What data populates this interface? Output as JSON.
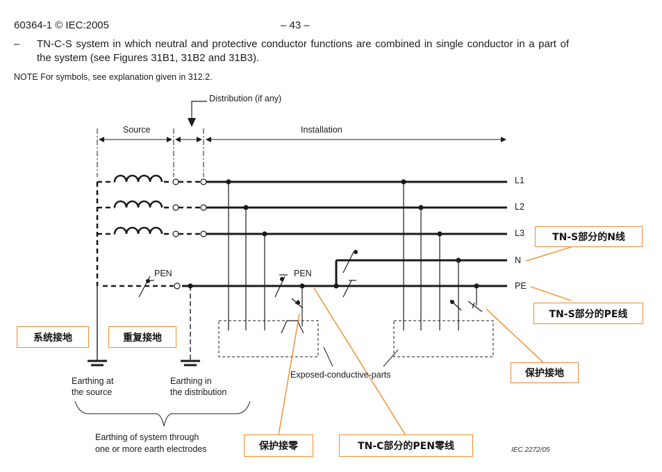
{
  "header": {
    "standard": "60364-1 © IEC:2005",
    "page": "– 43 –"
  },
  "clause": {
    "bullet": "–",
    "text": "TN-C-S system in which neutral and protective conductor functions are combined in single conductor in a part of the system (see Figures 31B1, 31B2 and 31B3)."
  },
  "note": "NOTE  For symbols, see explanation given in 312.2.",
  "diagram": {
    "distribution_label": "Distribution (if any)",
    "source_label": "Source",
    "installation_label": "Installation",
    "conductors": [
      "L1",
      "L2",
      "L3",
      "N",
      "PE"
    ],
    "pen_label_source": "PEN",
    "pen_label_installation": "PEN",
    "earthing_source": [
      "Earthing at",
      "the source"
    ],
    "earthing_distribution": [
      "Earthing in",
      "the distribution"
    ],
    "exposed_parts": "Exposed-conductive-parts",
    "earthing_system": [
      "Earthing of system through",
      "one or more earth electrodes"
    ],
    "figure_id": "IEC   2272/05"
  },
  "annotations": {
    "n_line": "TN-S部分的N线",
    "pe_line": "TN-S部分的PE线",
    "system_earth": "系统接地",
    "repeat_earth": "重复接地",
    "protective_earth": "保护接地",
    "protective_neutral": "保护接零",
    "pen_line": "TN-C部分的PEN零线"
  },
  "colors": {
    "annotation_accent": "#f08a28",
    "line": "#1a1a1a"
  }
}
